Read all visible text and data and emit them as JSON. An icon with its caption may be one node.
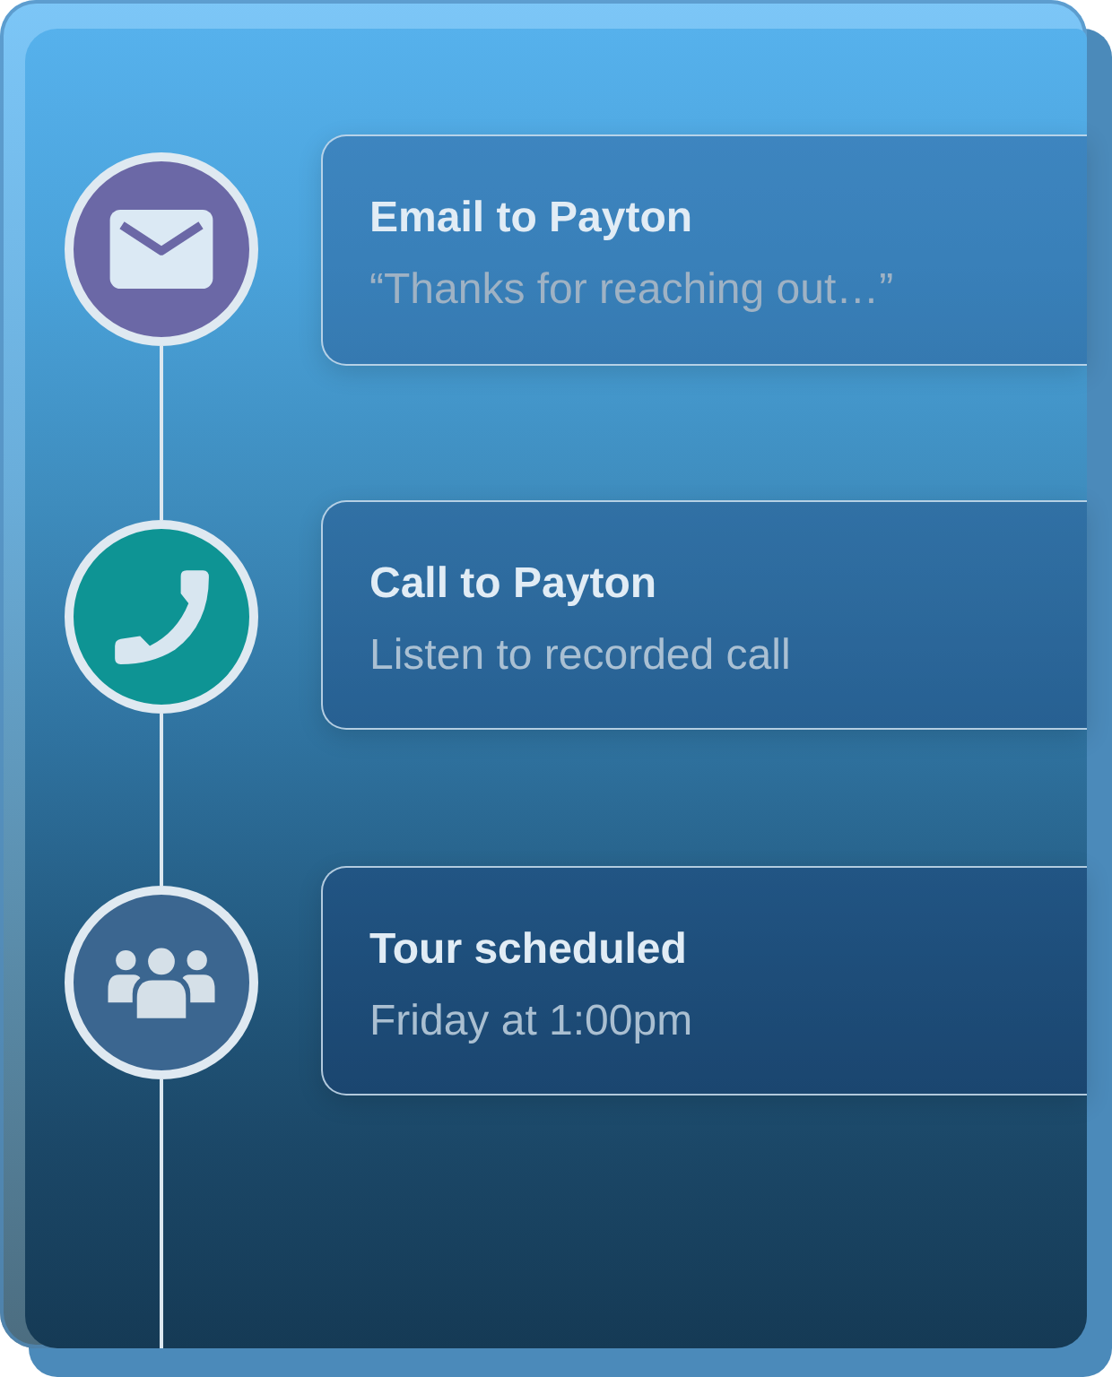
{
  "diagram": {
    "nodes": [
      {
        "text": [],
        "shape": "circle"
      },
      {
        "text": [
          "Email to Payton",
          "“Thanks for reaching out…”"
        ]
      },
      {
        "text": [],
        "shape": "circle"
      },
      {
        "text": [
          "Call to Payton",
          "Listen to recorded call"
        ]
      },
      {
        "text": [],
        "shape": "circle"
      },
      {
        "text": [
          "Tour scheduled",
          "Friday at 1:00pm"
        ]
      }
    ],
    "edges": [
      {
        "from": 0,
        "to": 2,
        "arrow": "none"
      },
      {
        "from": 2,
        "to": 4,
        "arrow": "none"
      },
      {
        "from": 4,
        "to": null,
        "arrow": "none"
      }
    ]
  }
}
